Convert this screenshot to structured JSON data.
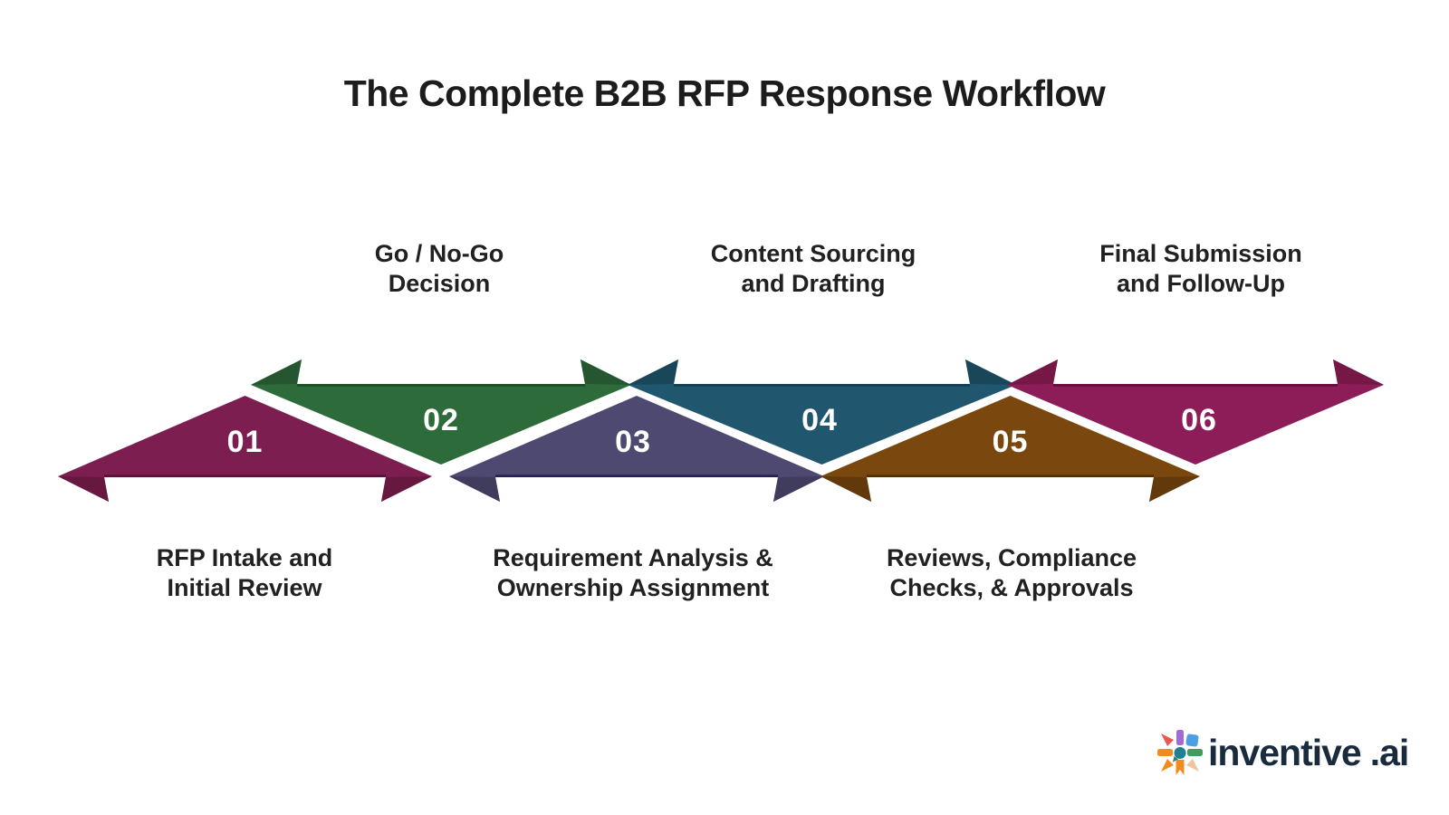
{
  "title": "The Complete B2B RFP Response Workflow",
  "background_color": "#ffffff",
  "label_text_color": "#212121",
  "steps": [
    {
      "number": "01",
      "lines": [
        "RFP Intake and",
        "Initial Review"
      ],
      "label_position": "bottom",
      "color": "#7c1e4f",
      "fold_color": "#67183f",
      "edge_color": "#5a1038"
    },
    {
      "number": "02",
      "lines": [
        "Go / No-Go",
        "Decision"
      ],
      "label_position": "top",
      "color": "#2e6b3b",
      "fold_color": "#26562f",
      "edge_color": "#1d4a27"
    },
    {
      "number": "03",
      "lines": [
        "Requirement Analysis &",
        "Ownership Assignment"
      ],
      "label_position": "bottom",
      "color": "#4d4971",
      "fold_color": "#3f3c5e",
      "edge_color": "#262253"
    },
    {
      "number": "04",
      "lines": [
        "Content Sourcing",
        "and Drafting"
      ],
      "label_position": "top",
      "color": "#20566e",
      "fold_color": "#1a4659",
      "edge_color": "#143e50"
    },
    {
      "number": "05",
      "lines": [
        "Reviews, Compliance",
        "Checks, & Approvals"
      ],
      "label_position": "bottom",
      "color": "#7a480e",
      "fold_color": "#62390b",
      "edge_color": "#512e05"
    },
    {
      "number": "06",
      "lines": [
        "Final Submission",
        "and Follow-Up"
      ],
      "label_position": "top",
      "color": "#8d1d58",
      "fold_color": "#761846",
      "edge_color": "#650f3c"
    }
  ],
  "logo": {
    "brand": "inventive",
    "suffix": ".ai",
    "text_color": "#1a2b3e",
    "icon_colors": {
      "red": "#eb5750",
      "purple": "#a06ad8",
      "blue": "#4aa0e0",
      "green": "#3d9e5f",
      "orange": "#f08c1e",
      "peach": "#f0c49e",
      "teal": "#1f808f"
    }
  }
}
